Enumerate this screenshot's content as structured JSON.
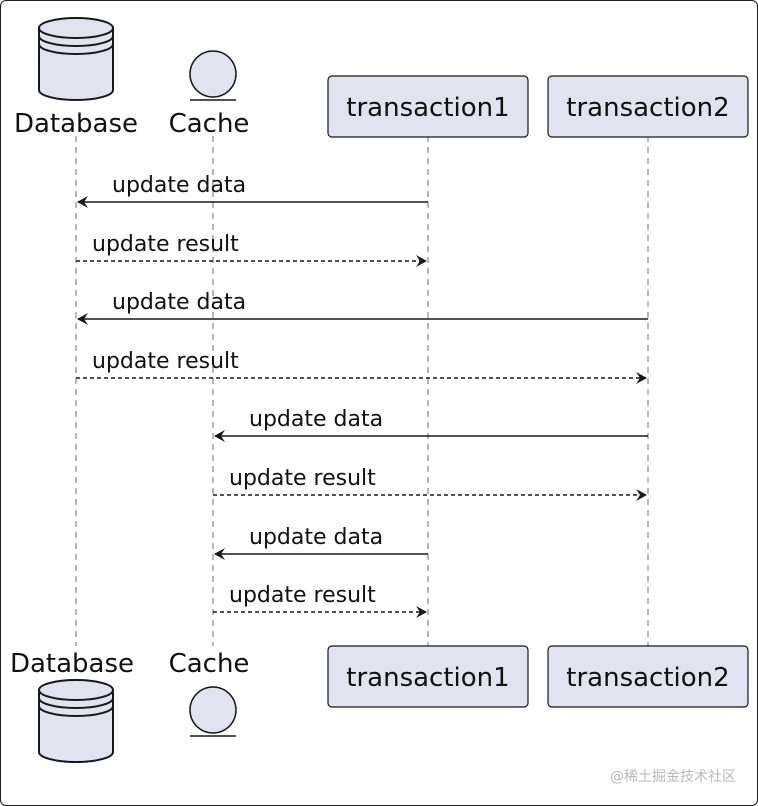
{
  "participants": [
    {
      "id": "db",
      "kind": "database",
      "label": "Database"
    },
    {
      "id": "cache",
      "kind": "entity",
      "label": "Cache"
    },
    {
      "id": "t1",
      "kind": "participant",
      "label": "transaction1"
    },
    {
      "id": "t2",
      "kind": "participant",
      "label": "transaction2"
    }
  ],
  "messages": [
    {
      "from": "t1",
      "to": "db",
      "label": "update data",
      "style": "solid"
    },
    {
      "from": "db",
      "to": "t1",
      "label": "update result",
      "style": "dashed"
    },
    {
      "from": "t2",
      "to": "db",
      "label": "update data",
      "style": "solid"
    },
    {
      "from": "db",
      "to": "t2",
      "label": "update result",
      "style": "dashed"
    },
    {
      "from": "t2",
      "to": "cache",
      "label": "update data",
      "style": "solid"
    },
    {
      "from": "cache",
      "to": "t2",
      "label": "update result",
      "style": "dashed"
    },
    {
      "from": "t1",
      "to": "cache",
      "label": "update data",
      "style": "solid"
    },
    {
      "from": "cache",
      "to": "t1",
      "label": "update result",
      "style": "dashed"
    }
  ],
  "colors": {
    "participant_fill": "#e2e2f0",
    "stroke": "#181818",
    "lifeline": "#888888"
  },
  "watermark": "@稀土掘金技术社区"
}
